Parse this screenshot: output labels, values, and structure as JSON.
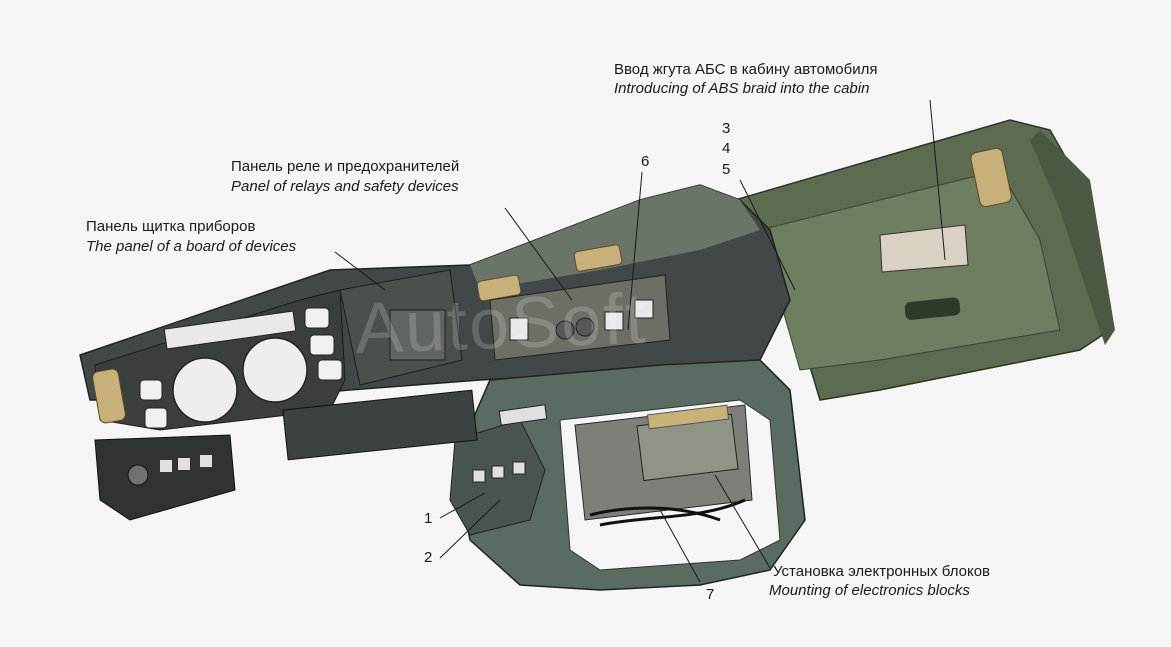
{
  "callouts": {
    "abs": {
      "ru": "Ввод жгута АБС в кабину автомобиля",
      "en": "Introducing of  ABS braid into the cabin"
    },
    "relays": {
      "ru": "Панель реле и предохранителей",
      "en": "Panel of relays and safety devices"
    },
    "instrument": {
      "ru": "Панель щитка приборов",
      "en": "The panel of a board of devices"
    },
    "electronics": {
      "ru": "Установка  электронных блоков",
      "en": "Mounting of electronics blocks"
    }
  },
  "part_numbers": {
    "n1": "1",
    "n2": "2",
    "n3": "3",
    "n4": "4",
    "n5": "5",
    "n6": "6",
    "n7": "7"
  },
  "watermark": "AutoSoft",
  "colors": {
    "background": "#f5f5f5",
    "dash_dark": "#3f4544",
    "dash_green": "#6f7b6a",
    "floor_green": "#5f6d52",
    "leader": "#1a1a1a"
  }
}
